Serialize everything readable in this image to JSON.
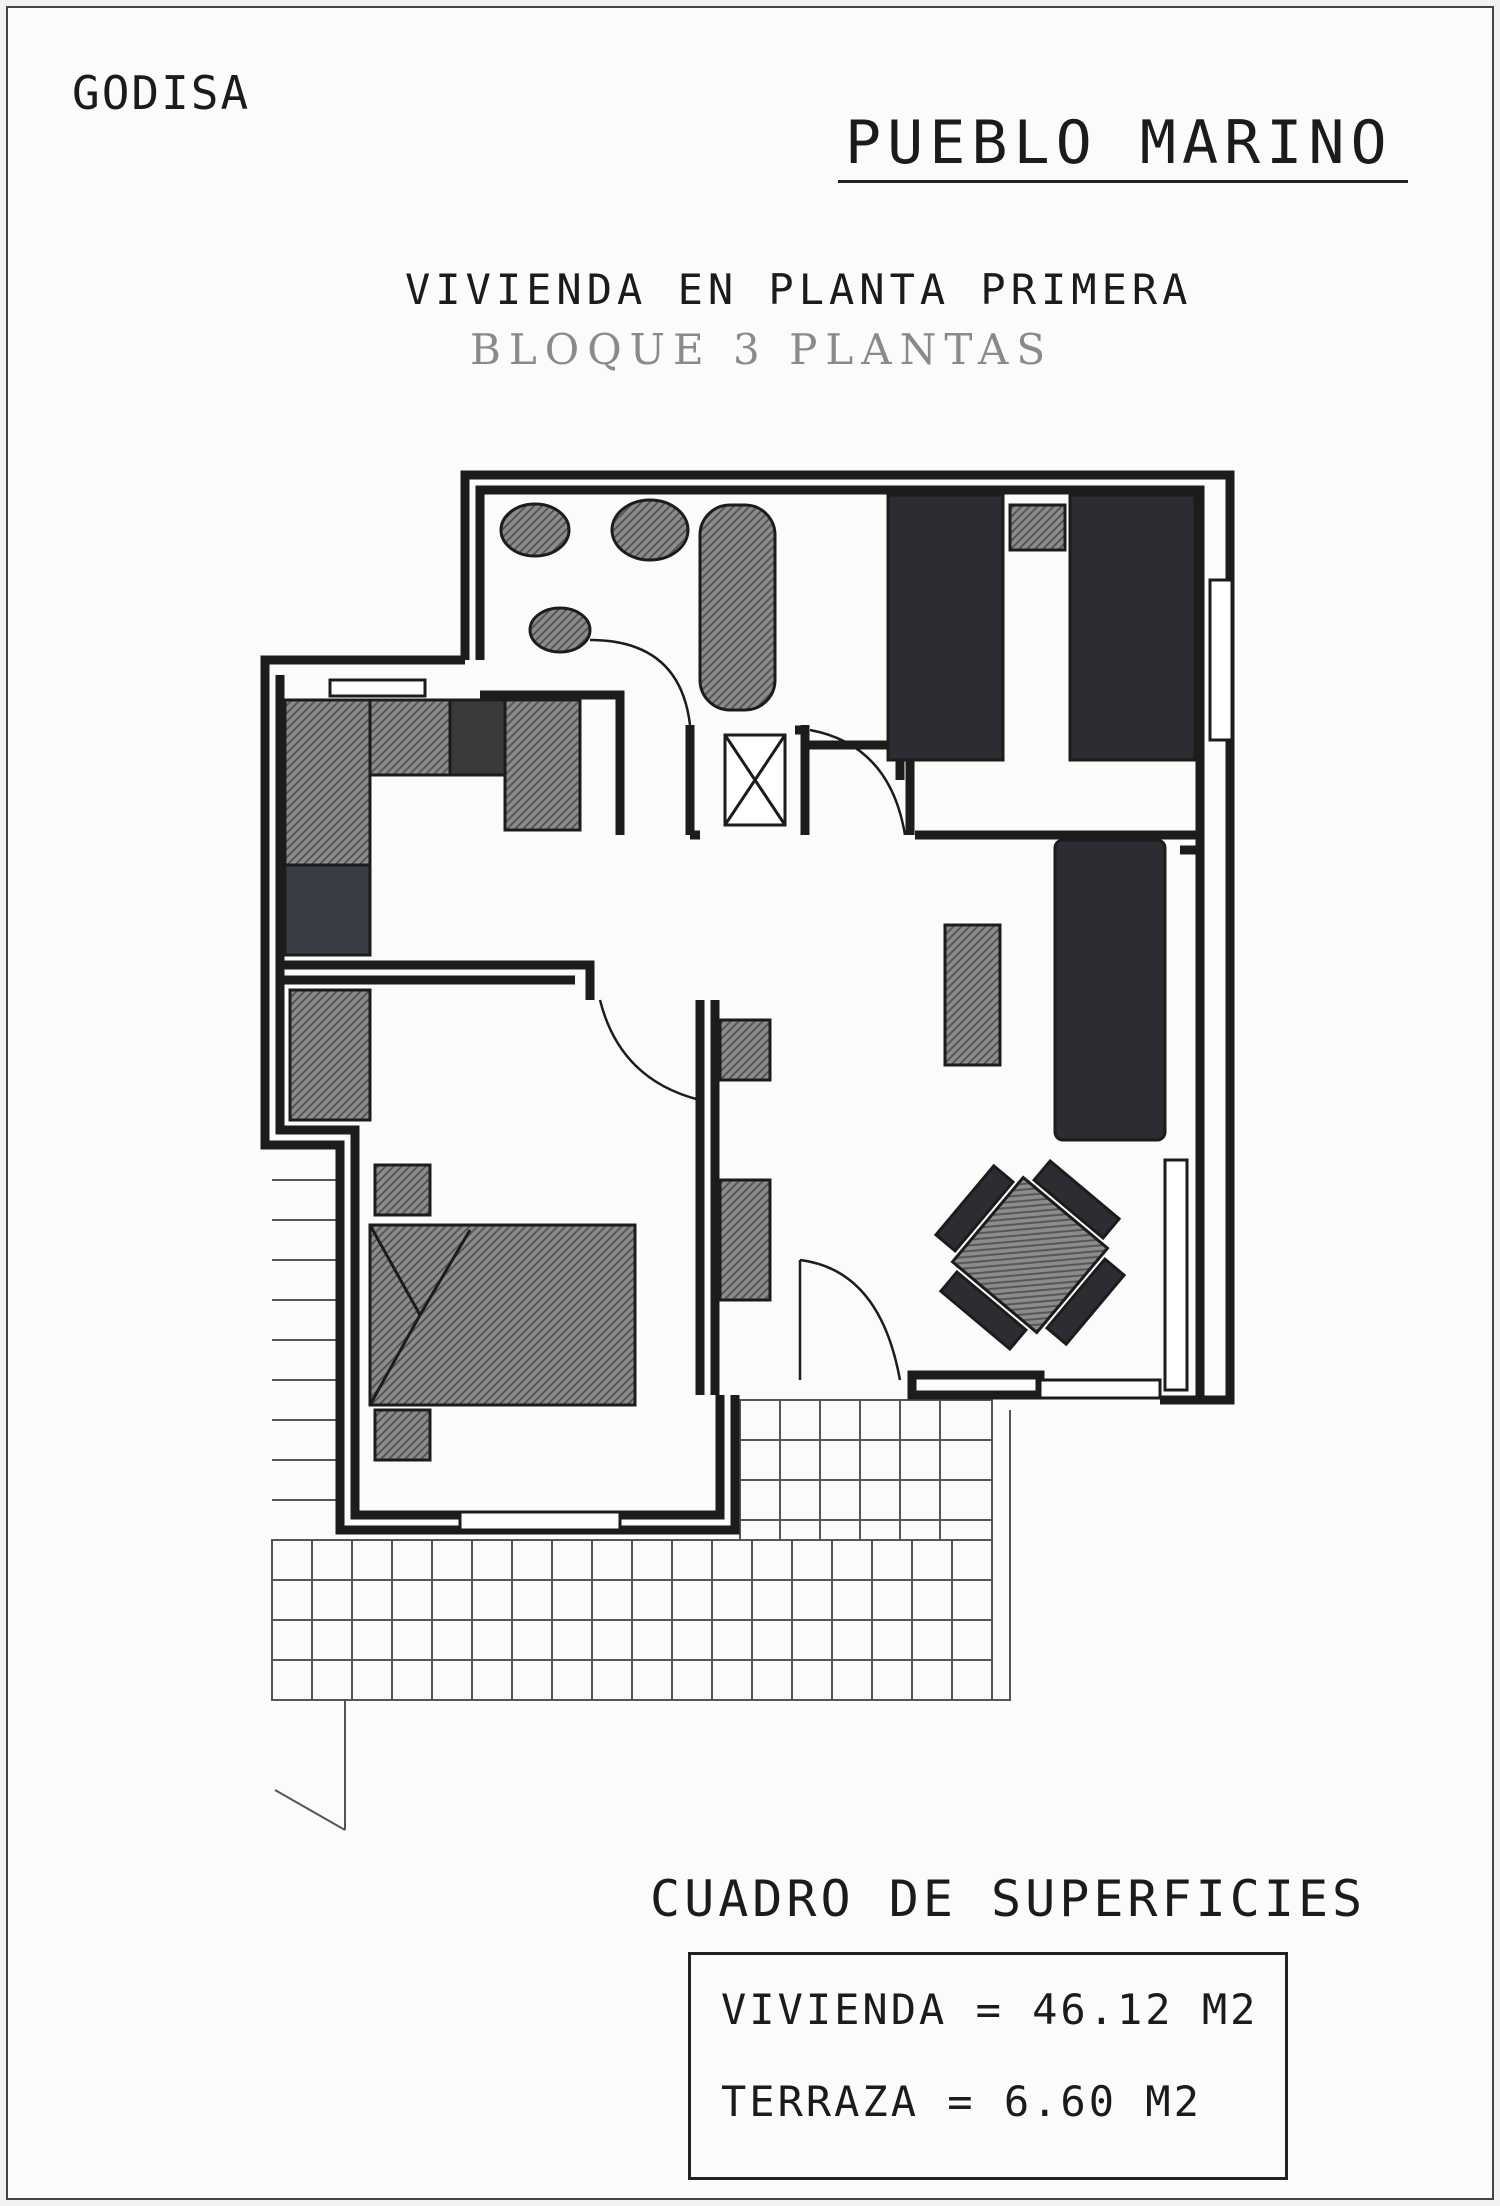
{
  "header": {
    "company": "GODISA",
    "project": "PUEBLO MARINO",
    "title": "VIVIENDA EN PLANTA PRIMERA",
    "subtitle": "BLOQUE 3 PLANTAS"
  },
  "surface_table": {
    "title": "CUADRO DE SUPERFICIES",
    "rows": [
      {
        "label": "VIVIENDA = 46.12 M2"
      },
      {
        "label": "TERRAZA = 6.60 M2"
      }
    ]
  },
  "colors": {
    "wall": "#1c1c1c",
    "furniture_dark": "#2b2d33",
    "furniture_hatch": "#7a7a7a",
    "paper": "#fbfbfa"
  }
}
